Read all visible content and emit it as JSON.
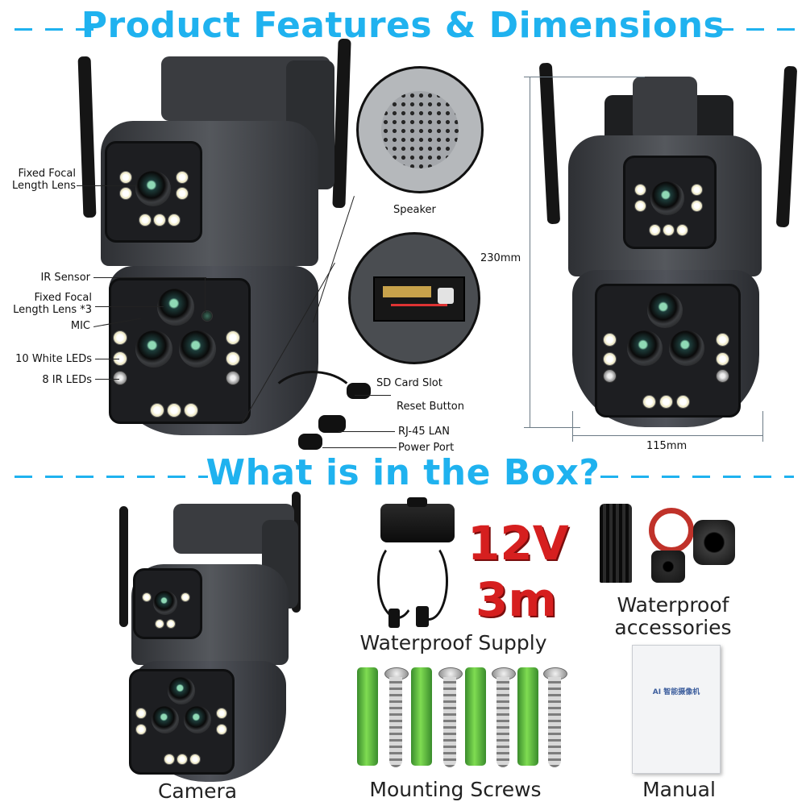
{
  "headings": {
    "features": "Product Features & Dimensions",
    "box": "What is in the Box?"
  },
  "features": {
    "fixed_focal": "Fixed Focal\nLength Lens",
    "ir_sensor": "IR Sensor",
    "fixed_focal_3": "Fixed Focal\nLength Lens *3",
    "mic": "MIC",
    "white_leds": "10 White LEDs",
    "ir_leds": "8 IR LEDs",
    "speaker": "Speaker",
    "sd_card": "SD Card Slot",
    "reset": "Reset Button",
    "rj45": "RJ-45 LAN",
    "power": "Power Port"
  },
  "dimensions": {
    "height": "230mm",
    "width": "115mm"
  },
  "box": {
    "supply_voltage": "12V",
    "supply_length": "3m",
    "camera": "Camera",
    "supply": "Waterproof Supply",
    "accessories": "Waterproof\naccessories",
    "screws": "Mounting Screws",
    "manual": "Manual",
    "manual_title": "AI 智能摄像机"
  },
  "colors": {
    "accent": "#1fb2ef",
    "red": "#d61f1f"
  }
}
